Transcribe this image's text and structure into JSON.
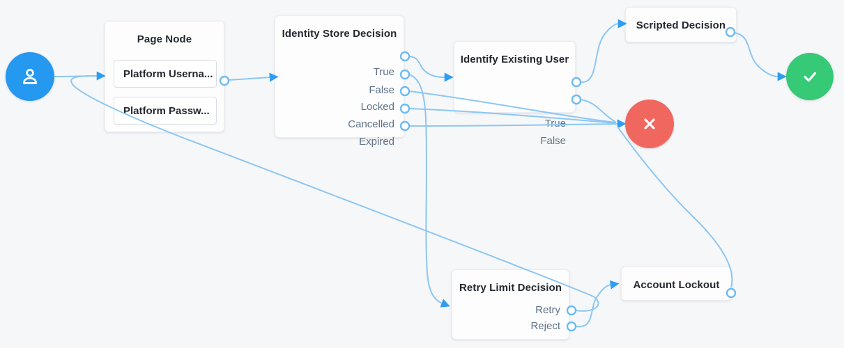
{
  "flow": {
    "nodes": {
      "start": {
        "type": "start",
        "icon": "user-icon"
      },
      "page_node": {
        "title": "Page Node",
        "items": [
          "Platform Userna...",
          "Platform Passw..."
        ]
      },
      "identity_store_decision": {
        "title": "Identity Store Decision",
        "outcomes": [
          "True",
          "False",
          "Locked",
          "Cancelled",
          "Expired"
        ]
      },
      "identify_existing_user": {
        "title": "Identify Existing User",
        "outcomes": [
          "True",
          "False"
        ]
      },
      "scripted_decision": {
        "title": "Scripted Decision"
      },
      "retry_limit_decision": {
        "title": "Retry Limit Decision",
        "outcomes": [
          "Retry",
          "Reject"
        ]
      },
      "account_lockout": {
        "title": "Account Lockout"
      },
      "success": {
        "type": "success",
        "icon": "check-icon"
      },
      "failure": {
        "type": "failure",
        "icon": "x-icon"
      }
    },
    "connections": [
      {
        "from": "start",
        "to": "page-node"
      },
      {
        "from": "page-node",
        "to": "identity-store-decision"
      },
      {
        "from": "identity-store-decision",
        "outcome": "True",
        "to": "identify-existing-user"
      },
      {
        "from": "identity-store-decision",
        "outcome": "False",
        "to": "retry-limit-decision"
      },
      {
        "from": "identity-store-decision",
        "outcome": "Locked",
        "to": "failure"
      },
      {
        "from": "identity-store-decision",
        "outcome": "Cancelled",
        "to": "failure"
      },
      {
        "from": "identity-store-decision",
        "outcome": "Expired",
        "to": "failure"
      },
      {
        "from": "identify-existing-user",
        "outcome": "True",
        "to": "scripted-decision"
      },
      {
        "from": "identify-existing-user",
        "outcome": "False",
        "to": "failure"
      },
      {
        "from": "scripted-decision",
        "to": "success"
      },
      {
        "from": "retry-limit-decision",
        "outcome": "Retry",
        "to": "page-node"
      },
      {
        "from": "retry-limit-decision",
        "outcome": "Reject",
        "to": "account-lockout"
      },
      {
        "from": "account-lockout",
        "to": "failure"
      }
    ],
    "colors": {
      "canvas_background": "#f6f7f9",
      "start_node": "#2598ef",
      "success_node": "#36c976",
      "failure_node": "#f0675f",
      "connector": "#8cc7f4",
      "arrowhead": "#2e9df2",
      "port_stroke": "#6fbbf2",
      "node_title_text": "#23282e",
      "outcome_text": "#5f7286"
    }
  }
}
